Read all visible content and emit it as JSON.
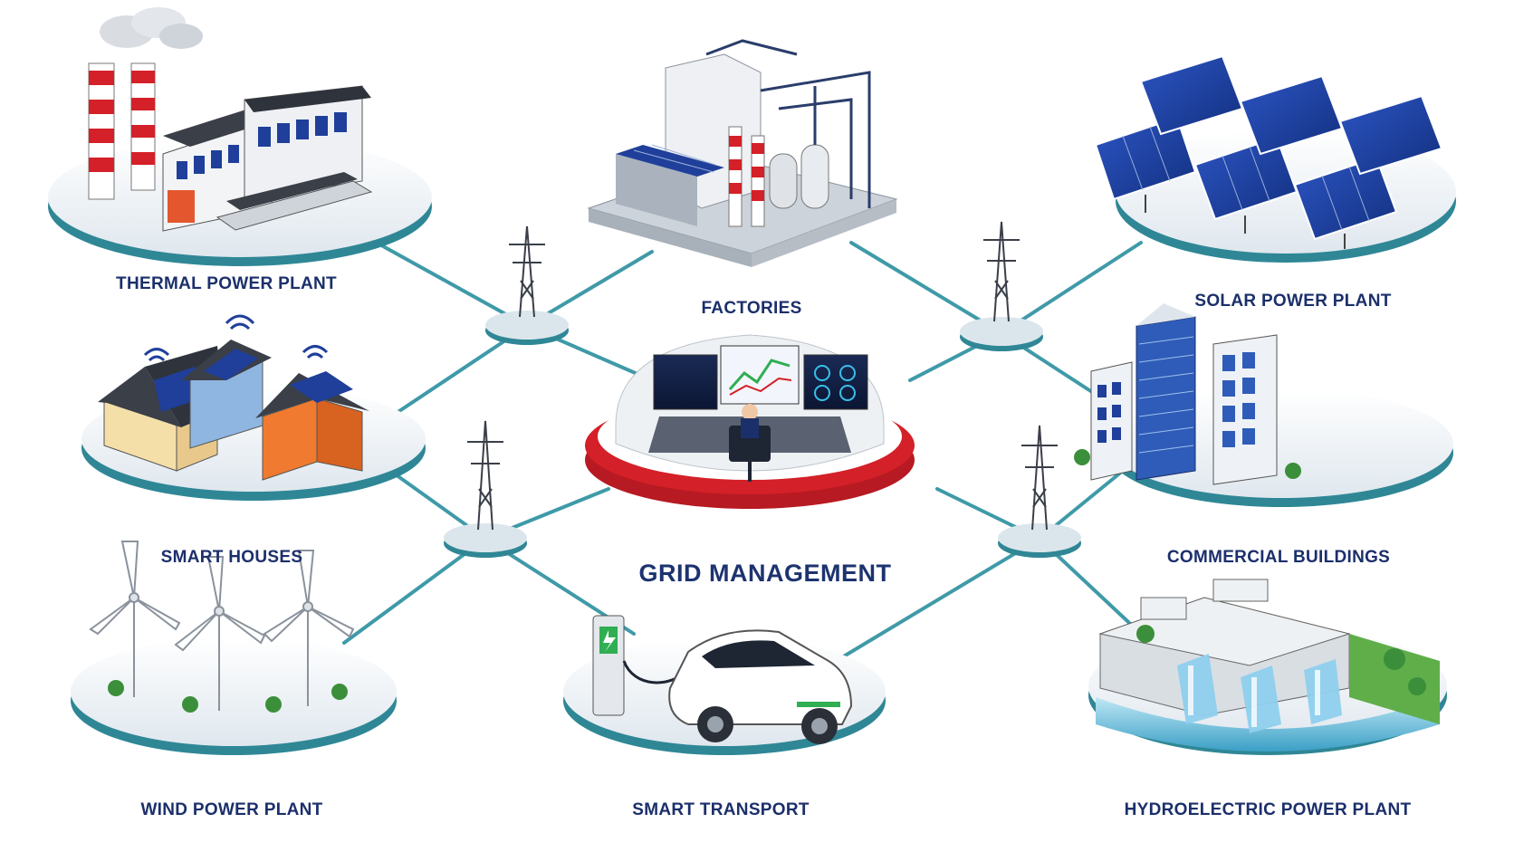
{
  "center": {
    "label": "GRID MANAGEMENT",
    "icon": "control-room-icon"
  },
  "nodes": [
    {
      "id": "thermal",
      "label": "THERMAL POWER PLANT",
      "icon": "thermal-plant-icon"
    },
    {
      "id": "factories",
      "label": "FACTORIES",
      "icon": "factory-icon"
    },
    {
      "id": "solar",
      "label": "SOLAR POWER PLANT",
      "icon": "solar-panel-icon"
    },
    {
      "id": "houses",
      "label": "SMART HOUSES",
      "icon": "smart-house-icon"
    },
    {
      "id": "commercial",
      "label": "COMMERCIAL BUILDINGS",
      "icon": "office-building-icon"
    },
    {
      "id": "wind",
      "label": "WIND POWER PLANT",
      "icon": "wind-turbine-icon"
    },
    {
      "id": "transport",
      "label": "SMART TRANSPORT",
      "icon": "electric-car-icon"
    },
    {
      "id": "hydro",
      "label": "HYDROELECTRIC POWER PLANT",
      "icon": "hydro-dam-icon"
    }
  ],
  "pylons": [
    {
      "id": "pylon-top-left",
      "icon": "transmission-tower-icon"
    },
    {
      "id": "pylon-top-right",
      "icon": "transmission-tower-icon"
    },
    {
      "id": "pylon-bottom-left",
      "icon": "transmission-tower-icon"
    },
    {
      "id": "pylon-bottom-right",
      "icon": "transmission-tower-icon"
    }
  ],
  "colors": {
    "connector": "#3f9aa8",
    "label": "#1b2f6b",
    "platform_top": "#eef3f7",
    "platform_rim": "#3f9aa8",
    "control_ring": "#d42028",
    "panel_blue": "#1f3f9a"
  }
}
